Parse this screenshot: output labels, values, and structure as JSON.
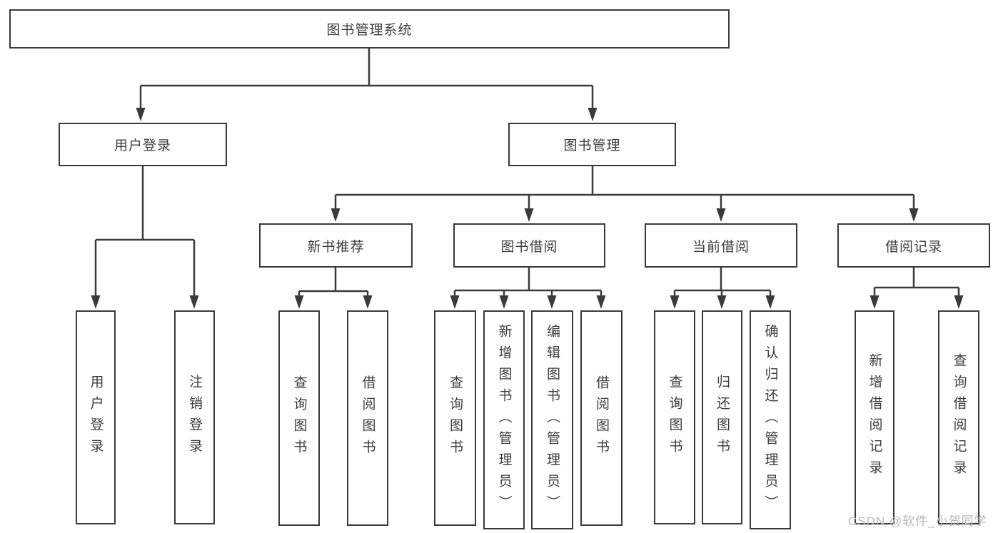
{
  "diagram_title": "图书管理系统",
  "watermark": "CSDN @软件_小贺同学",
  "colors": {
    "line": "#3a3a3a",
    "box_border": "#3a3a3a",
    "text": "#3d3d3d",
    "watermark": "#b9b9b9",
    "background": "#ffffff"
  },
  "nodes": {
    "root": {
      "label": "图书管理系统"
    },
    "level2": [
      {
        "label": "用户登录"
      },
      {
        "label": "图书管理"
      }
    ],
    "level3": [
      {
        "label": "新书推荐"
      },
      {
        "label": "图书借阅"
      },
      {
        "label": "当前借阅"
      },
      {
        "label": "借阅记录"
      }
    ],
    "leaves": {
      "user_login": [
        "用户登录",
        "注销登录"
      ],
      "new_books": [
        "查询图书",
        "借阅图书"
      ],
      "book_borrowing": [
        "查询图书",
        "新增图书（管理员）",
        "编辑图书（管理员）",
        "借阅图书"
      ],
      "current_borrowing": [
        "查询图书",
        "归还图书",
        "确认归还（管理员）"
      ],
      "borrowing_records": [
        "新增借阅记录",
        "查询借阅记录"
      ]
    }
  }
}
